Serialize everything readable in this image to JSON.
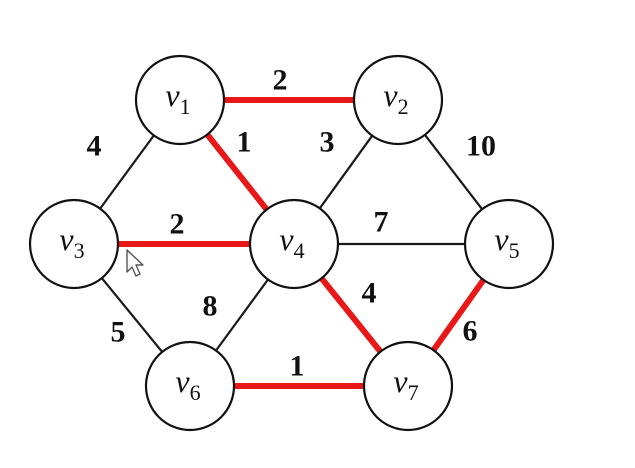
{
  "colors": {
    "background": "#ffffff",
    "edge": "#1a1a1a",
    "highlight": "#e81818",
    "node_fill": "#ffffff",
    "node_stroke": "#111111",
    "text": "#111111"
  },
  "graph": {
    "nodes": [
      {
        "id": "v1",
        "base": "v",
        "sub": "1"
      },
      {
        "id": "v2",
        "base": "v",
        "sub": "2"
      },
      {
        "id": "v3",
        "base": "v",
        "sub": "3"
      },
      {
        "id": "v4",
        "base": "v",
        "sub": "4"
      },
      {
        "id": "v5",
        "base": "v",
        "sub": "5"
      },
      {
        "id": "v6",
        "base": "v",
        "sub": "6"
      },
      {
        "id": "v7",
        "base": "v",
        "sub": "7"
      }
    ],
    "edges": [
      {
        "from": "v1",
        "to": "v2",
        "weight": "2",
        "highlighted": true
      },
      {
        "from": "v1",
        "to": "v3",
        "weight": "4",
        "highlighted": false
      },
      {
        "from": "v1",
        "to": "v4",
        "weight": "1",
        "highlighted": true
      },
      {
        "from": "v2",
        "to": "v4",
        "weight": "3",
        "highlighted": false
      },
      {
        "from": "v2",
        "to": "v5",
        "weight": "10",
        "highlighted": false
      },
      {
        "from": "v3",
        "to": "v4",
        "weight": "2",
        "highlighted": true
      },
      {
        "from": "v3",
        "to": "v6",
        "weight": "5",
        "highlighted": false
      },
      {
        "from": "v4",
        "to": "v5",
        "weight": "7",
        "highlighted": false
      },
      {
        "from": "v4",
        "to": "v6",
        "weight": "8",
        "highlighted": false
      },
      {
        "from": "v4",
        "to": "v7",
        "weight": "4",
        "highlighted": true
      },
      {
        "from": "v5",
        "to": "v7",
        "weight": "6",
        "highlighted": true
      },
      {
        "from": "v6",
        "to": "v7",
        "weight": "1",
        "highlighted": true
      }
    ]
  },
  "cursor_icon": "arrow-pointer-icon"
}
